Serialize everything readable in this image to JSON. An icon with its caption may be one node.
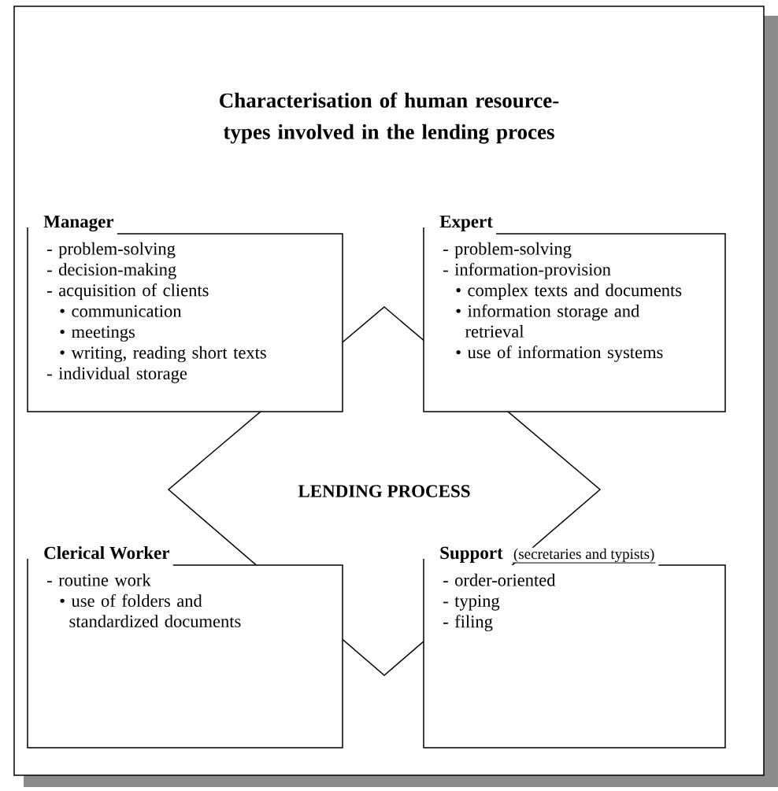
{
  "diagram": {
    "title": "Characterisation of human resource-types involved in the lending proces",
    "nodes": [
      {
        "text": [
          "Manager",
          "- problem-solving",
          "- decision-making",
          "- acquisition of clients",
          "• communication",
          "• meetings",
          "• writing, reading short texts",
          "- individual storage"
        ]
      },
      {
        "text": [
          "Expert",
          "- problem-solving",
          "- information-provision",
          "• complex texts and documents",
          "• information storage and retrieval",
          "• use of information systems"
        ]
      },
      {
        "text": [
          "LENDING PROCESS"
        ]
      },
      {
        "text": [
          "Clerical Worker",
          "- routine work",
          "• use of folders and standardized documents"
        ]
      },
      {
        "text": [
          "Support",
          "- order-oriented",
          "- typing",
          "- filing"
        ],
        "beside": [
          "(secretaries and typists)"
        ]
      }
    ]
  }
}
